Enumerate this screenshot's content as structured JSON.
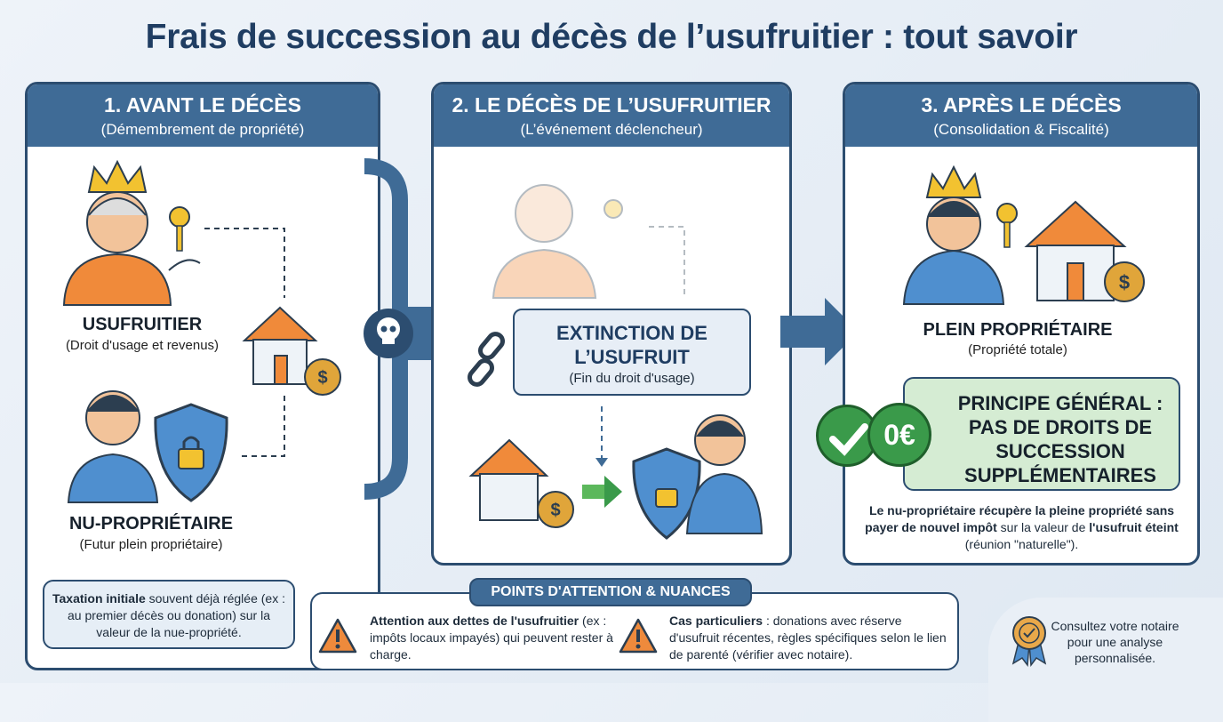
{
  "title": "Frais de succession au décès de l’usufruitier : tout savoir",
  "panels": [
    {
      "title": "1. AVANT LE DÉCÈS",
      "subtitle": "(Démembrement de propriété)",
      "roles": [
        {
          "label": "USUFRUITIER",
          "desc": "(Droit d'usage et revenus)"
        },
        {
          "label": "NU-PROPRIÉTAIRE",
          "desc": "(Futur plein propriétaire)"
        }
      ],
      "note": {
        "bold": "Taxation initiale",
        "text": " souvent déjà réglée (ex : au premier décès ou donation) sur la valeur de la nue-propriété."
      }
    },
    {
      "title": "2. LE DÉCÈS DE L’USUFRUITIER",
      "subtitle": "(L’événement déclencheur)",
      "event": {
        "label": "EXTINCTION DE L’USUFRUIT",
        "desc": "(Fin du droit d'usage)"
      }
    },
    {
      "title": "3. APRÈS LE DÉCÈS",
      "subtitle": "(Consolidation & Fiscalité)",
      "role": {
        "label": "PLEIN PROPRIÉTAIRE",
        "desc": "(Propriété totale)"
      },
      "badge": "0€",
      "principle": "PRINCIPE GÉNÉRAL : PAS DE DROITS DE SUCCESSION SUPPLÉMENTAIRES",
      "explain": {
        "b1": "Le nu-propriétaire récupère la pleine propriété sans payer de nouvel impôt",
        "t1": " sur la valeur de ",
        "b2": "l'usufruit éteint",
        "t2": " (réunion \"naturelle\")."
      }
    }
  ],
  "attention": {
    "title": "POINTS D'ATTENTION & NUANCES",
    "items": [
      {
        "bold": "Attention aux dettes de l'usufruitier",
        "text": " (ex : impôts locaux impayés) qui peuvent rester à charge."
      },
      {
        "bold": "Cas particuliers",
        "text": " : donations avec réserve d'usufruit récentes, règles spécifiques selon le lien de parenté (vérifier avec notaire)."
      }
    ]
  },
  "notary": "Consultez votre notaire pour une analyse personnalisée.",
  "colors": {
    "header": "#3f6b96",
    "border": "#2c4d70",
    "green": "#3a9a4a",
    "warning": "#ee8a3c",
    "orange_shirt": "#f08a3a",
    "blue_shirt": "#4f8fcf",
    "crown": "#f2c230"
  }
}
